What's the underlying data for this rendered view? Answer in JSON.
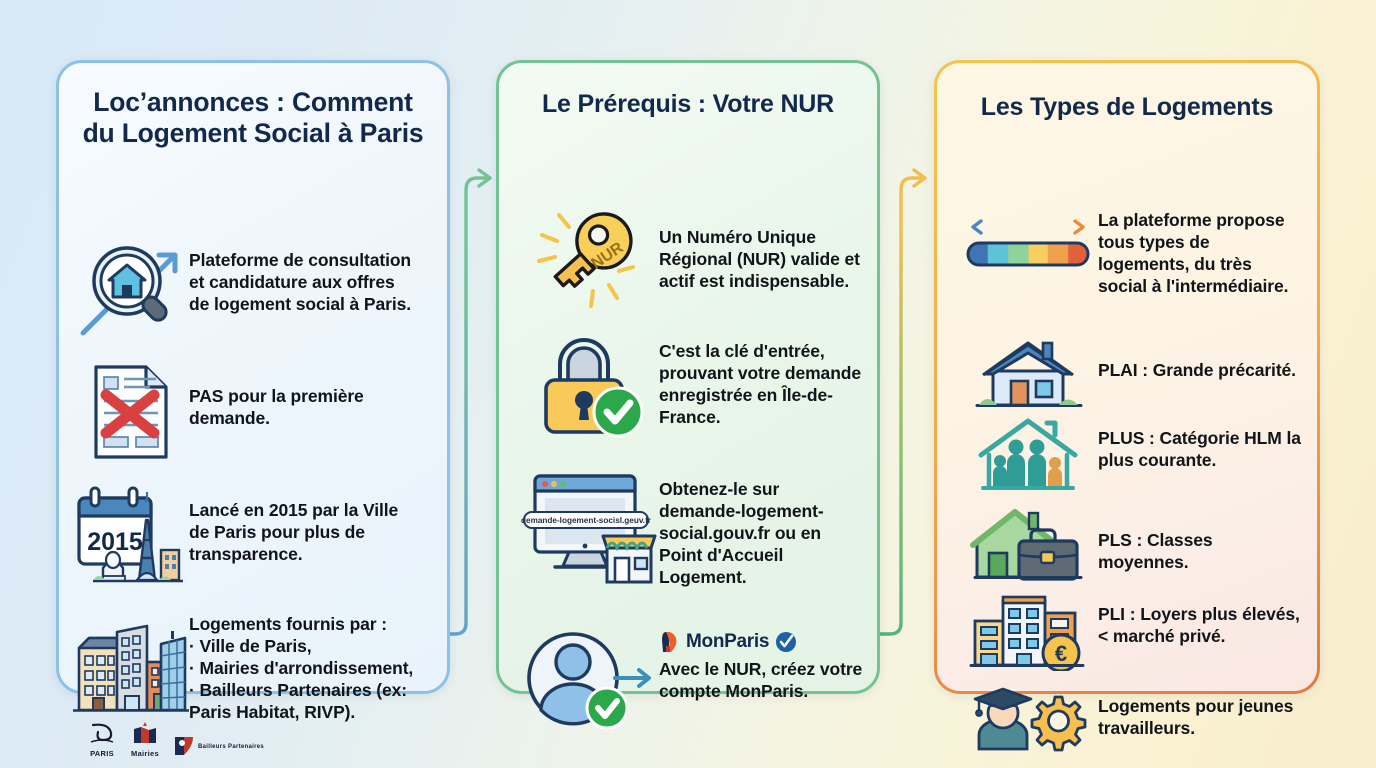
{
  "background": {
    "gradient_from": "#d8eaf7",
    "gradient_to": "#f8edcd"
  },
  "panels": [
    {
      "id": "panel-loc-annonces",
      "title": "Loc’annonces : Comment du Logement Social à Paris",
      "title_line1": "Loc’annonces : Comment",
      "title_line2": "du Logement Social à Paris",
      "accent": "#8dc2e6",
      "rows": [
        {
          "icon": "magnifier-house-icon",
          "text": "Plateforme de consultation et candidature aux offres de logement social à Paris."
        },
        {
          "icon": "document-cross-icon",
          "text_bold": "PAS",
          "text": " pour la première demande."
        },
        {
          "icon": "calendar-eiffel-icon",
          "text": "Lancé en 2015 par la Ville de Paris pour plus de transparence.",
          "calendar_year": "2015"
        },
        {
          "icon": "buildings-icon",
          "text_head": "Logements fournis par :",
          "bullets": [
            "Ville de Paris,",
            "Mairies d'arrondissement,",
            "Bailleurs Partenaires (ex: Paris Habitat, RIVP)."
          ]
        }
      ],
      "logos": [
        {
          "name": "paris-logo",
          "label": "PARIS"
        },
        {
          "name": "mairies-logo",
          "label": "Mairies"
        },
        {
          "name": "bailleurs-partenaires-logo",
          "label": "Bailleurs Partenaires"
        }
      ]
    },
    {
      "id": "panel-prerequis-nur",
      "title": "Le Prérequis : Votre NUR",
      "accent": "#74c394",
      "rows": [
        {
          "icon": "key-nur-icon",
          "key_label": "NUR",
          "text": "Un Numéro Unique Régional (NUR) valide et actif est indispensable."
        },
        {
          "icon": "padlock-check-icon",
          "text": "C'est la clé d'entrée, prouvant votre demande enregistrée en Île-de-France."
        },
        {
          "icon": "browser-shop-icon",
          "url_pill": "demande-logement-socisl.geuv.fr",
          "text_pre": "Obtenez-le sur ",
          "text_bold": "demande-logement-social.gouv.fr",
          "text_post": " ou en Point d'Accueil Logement."
        },
        {
          "icon": "user-account-check-icon",
          "brand": "MonParis",
          "text": "Avec le NUR, créez votre compte MonParis."
        }
      ]
    },
    {
      "id": "panel-types-logements",
      "title": "Les Types de Logements",
      "accent": "#f1a74a",
      "rows": [
        {
          "icon": "spectrum-arrow-icon",
          "text": "La plateforme propose tous types de logements, du très social à l'intermédiaire."
        },
        {
          "icon": "house-blue-icon",
          "text_bold": "PLAI",
          "text": " : Grande précarité."
        },
        {
          "icon": "house-family-icon",
          "text_bold": "PLUS",
          "text": " : Catégorie HLM la plus courante."
        },
        {
          "icon": "house-briefcase-icon",
          "text_bold": "PLS",
          "text": " : Classes moyennes."
        },
        {
          "icon": "buildings-euro-icon",
          "text_bold": "PLI",
          "text": " : Loyers plus élevés, < marché privé."
        },
        {
          "icon": "graduate-gear-icon",
          "text": "Logements pour jeunes travailleurs."
        }
      ]
    }
  ],
  "connectors": [
    {
      "name": "connector-panel1-to-panel2",
      "from": "panel-loc-annonces",
      "to": "panel-prerequis-nur",
      "color_start": "#5b9bd5",
      "color_end": "#74c394"
    },
    {
      "name": "connector-panel2-to-panel3",
      "from": "panel-prerequis-nur",
      "to": "panel-types-logements",
      "color_start": "#3fae8d",
      "color_end": "#f0be4e"
    }
  ]
}
